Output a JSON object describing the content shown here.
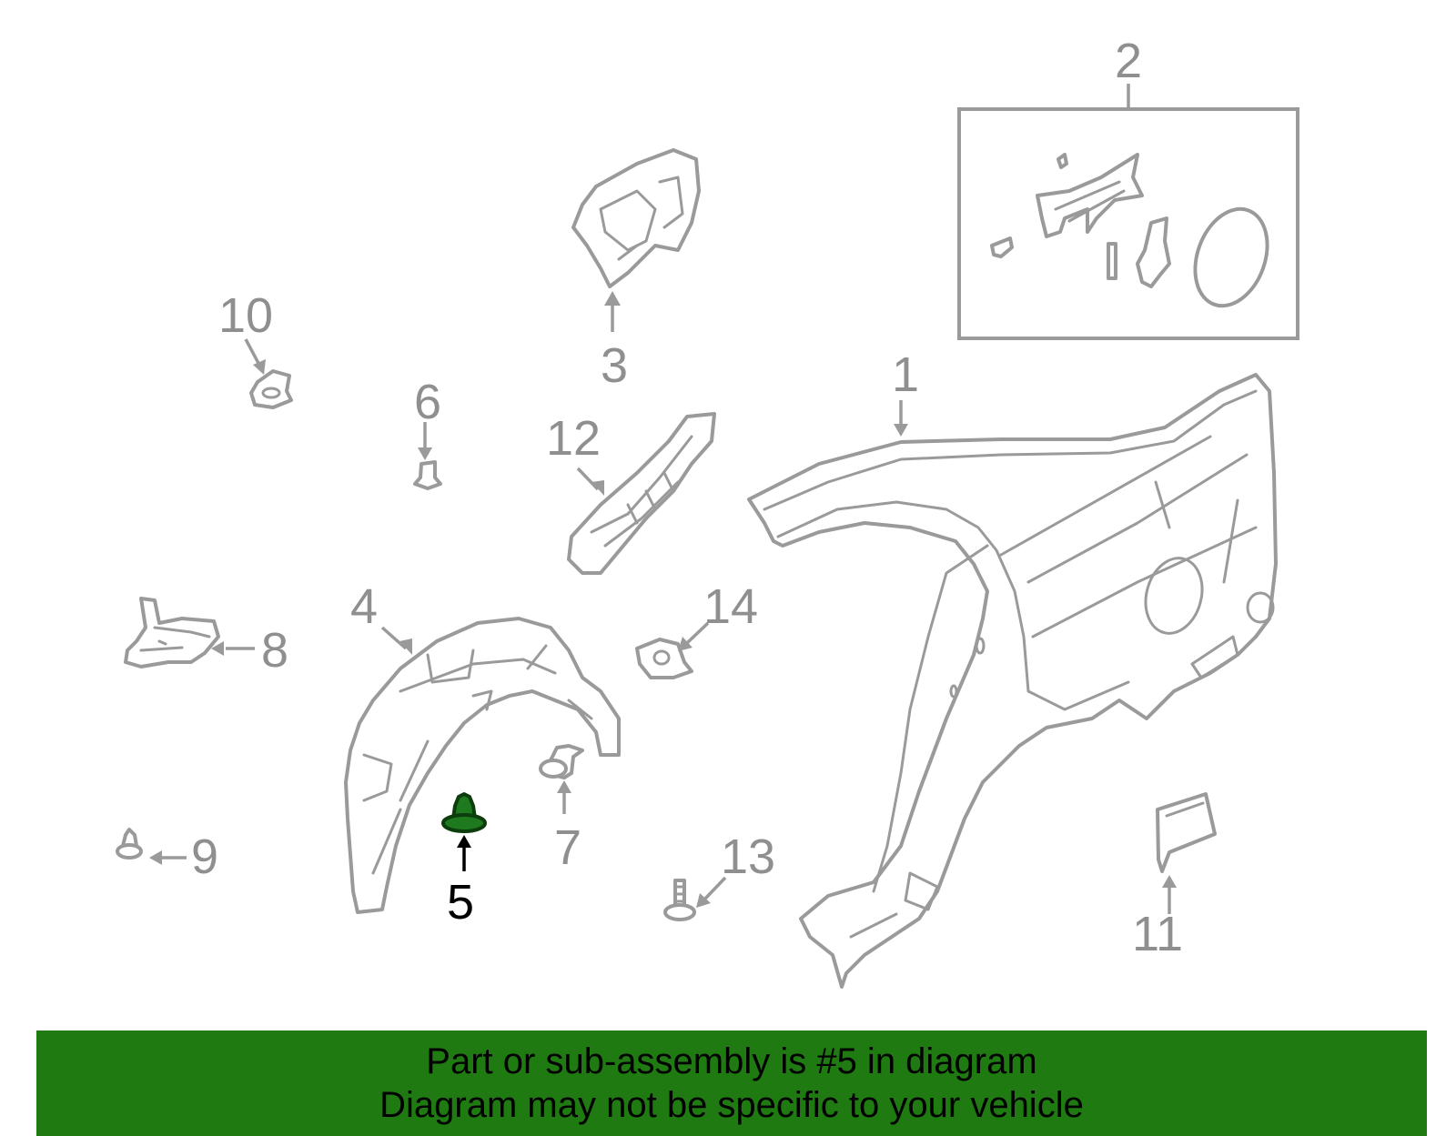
{
  "callouts": {
    "c1": "1",
    "c2": "2",
    "c3": "3",
    "c4": "4",
    "c5": "5",
    "c6": "6",
    "c7": "7",
    "c8": "8",
    "c9": "9",
    "c10": "10",
    "c11": "11",
    "c12": "12",
    "c13": "13",
    "c14": "14"
  },
  "highlight": {
    "part": "5",
    "color": "#1f7a12"
  },
  "banner": {
    "line1": "Part or sub-assembly is #5 in diagram",
    "line2": "Diagram may not be specific to your vehicle"
  }
}
